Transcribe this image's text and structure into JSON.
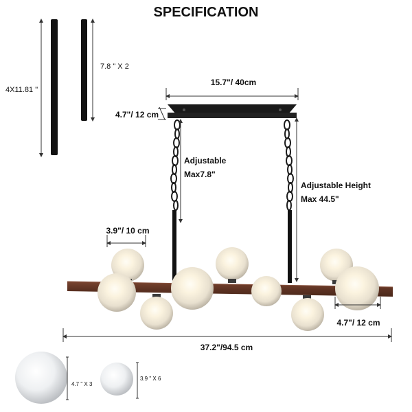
{
  "title": "SPECIFICATION",
  "rods": {
    "long_label": "4X11.81 \"",
    "short_label": "7.8 \" X 2"
  },
  "dimensions": {
    "canopy_width": "15.7\"/ 40cm",
    "canopy_depth": "4.7\"/ 12 cm",
    "chain_adjust_line1": "Adjustable",
    "chain_adjust_line2": "Max7.8\"",
    "height_adjust_line1": "Adjustable Height",
    "height_adjust_line2": "Max 44.5\"",
    "small_globe": "3.9\"/ 10 cm",
    "large_globe": "4.7\"/ 12 cm",
    "overall_width": "37.2\"/94.5 cm"
  },
  "globes": {
    "large_label": "4.7 \" X 3",
    "small_label": "3.9 \" X 6"
  },
  "colors": {
    "metal": "#1a1a1a",
    "wood": "#6b3a2a",
    "glass": "#f2ede4",
    "bulb_glow": "#fff6dc",
    "dimension_line": "#555555"
  }
}
